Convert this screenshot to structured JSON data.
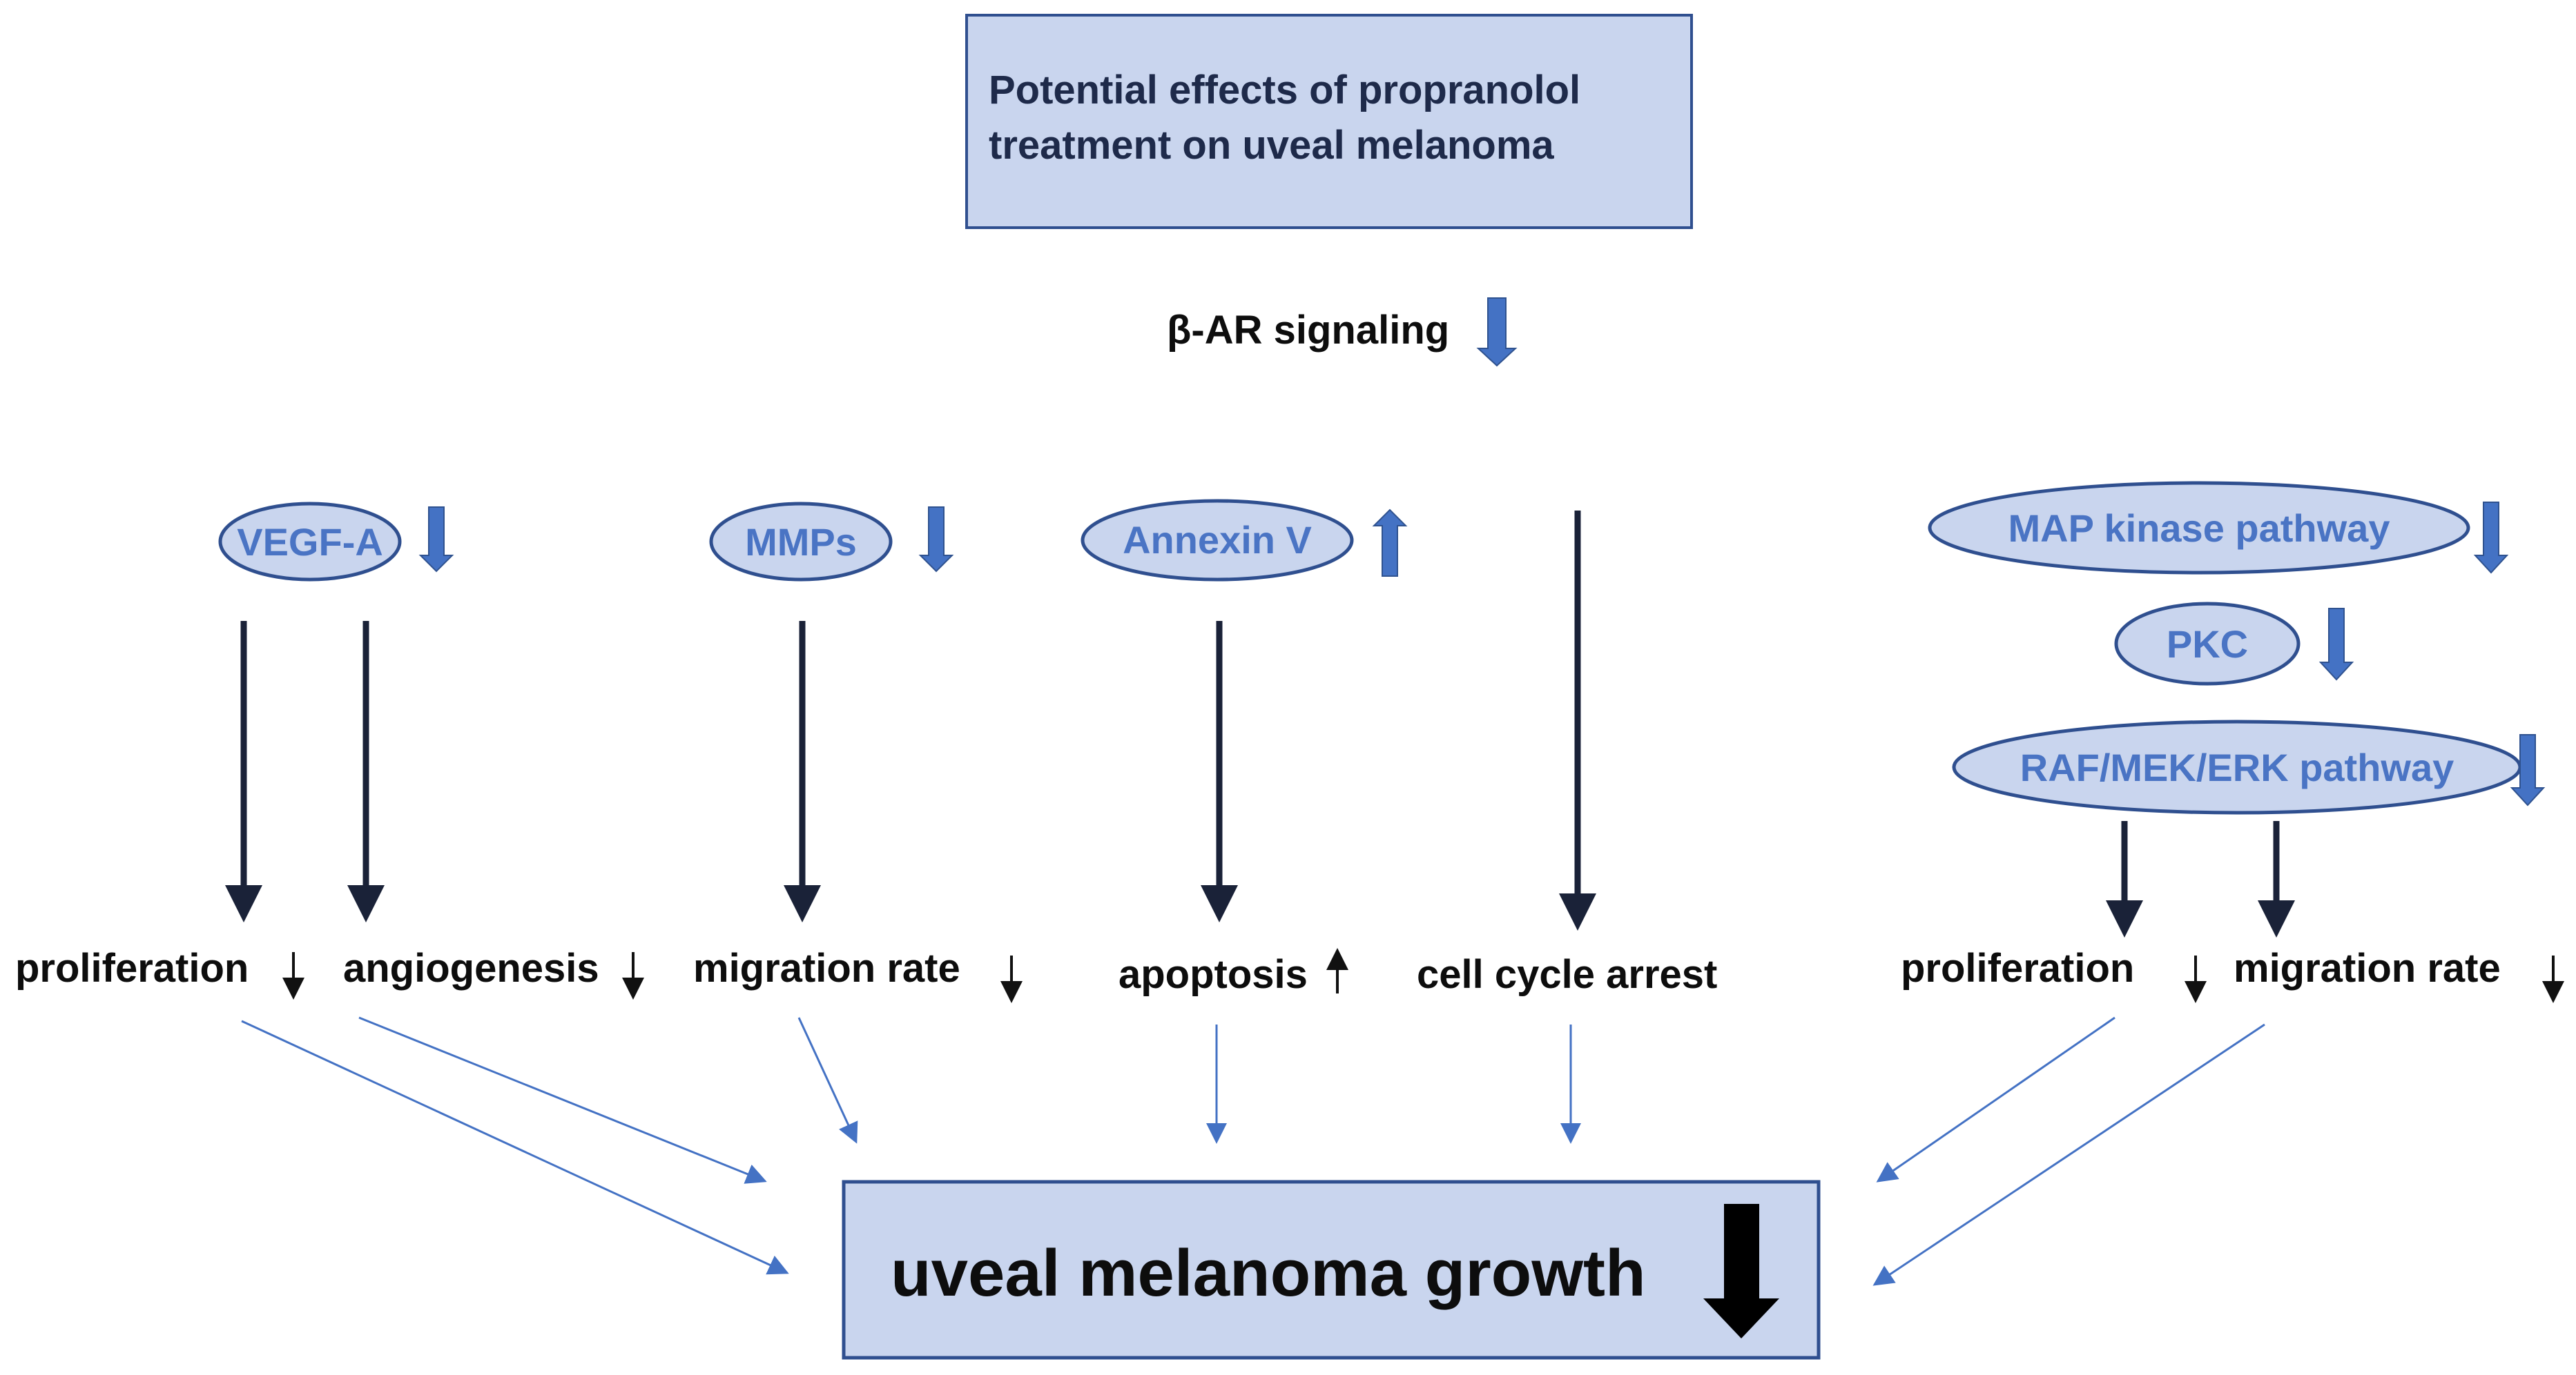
{
  "title": {
    "line1": "Potential effects of propranolol",
    "line2": "treatment on uveal melanoma"
  },
  "signal": {
    "label": "β-AR signaling",
    "direction": "down"
  },
  "mediators": [
    {
      "label": "VEGF-A",
      "direction": "down"
    },
    {
      "label": "MMPs",
      "direction": "down"
    },
    {
      "label": "Annexin V",
      "direction": "up"
    },
    {
      "label": "MAP kinase pathway",
      "direction": "down"
    },
    {
      "label": "PKC",
      "direction": "down"
    },
    {
      "label": "RAF/MEK/ERK pathway",
      "direction": "down"
    }
  ],
  "effects": [
    {
      "label": "proliferation",
      "direction": "down"
    },
    {
      "label": "angiogenesis",
      "direction": "down"
    },
    {
      "label": "migration rate",
      "direction": "down"
    },
    {
      "label": "apoptosis",
      "direction": "up"
    },
    {
      "label": "cell cycle arrest",
      "direction": "none"
    },
    {
      "label": "proliferation",
      "direction": "down"
    },
    {
      "label": "migration rate",
      "direction": "down"
    }
  ],
  "outcome": {
    "label": "uveal melanoma growth",
    "direction": "down"
  },
  "colors": {
    "box_fill": "#c9d5ee",
    "box_stroke": "#2f4f8f",
    "blue_text": "#4a74c4",
    "blue_arrow": "#4472c4",
    "dark_arrow": "#1a2238"
  }
}
